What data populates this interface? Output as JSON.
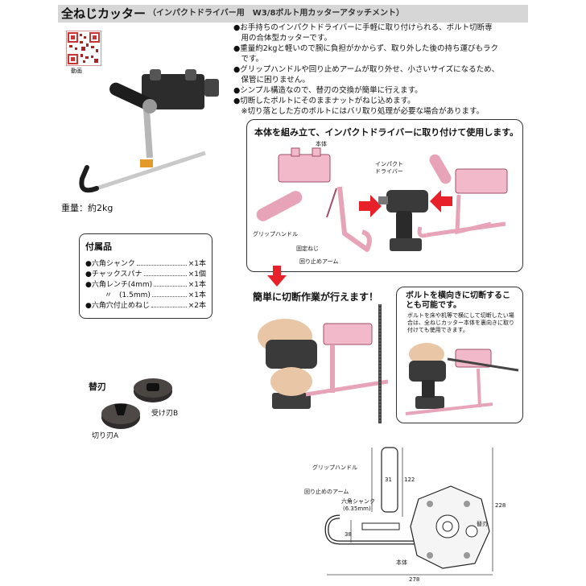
{
  "header": {
    "title": "全ねじカッター",
    "subtitle": "（インパクトドライバー用　W3/8ボルト用カッターアタッチメント）"
  },
  "qr": {
    "label": "動画"
  },
  "product": {
    "weight": "重量：約2kg"
  },
  "accessories": {
    "title": "付属品",
    "items": [
      {
        "name": "●六角シャンク",
        "qty": "×1本"
      },
      {
        "name": "●チャックスパナ",
        "qty": "×1個"
      },
      {
        "name": "●六角レンチ(4mm)",
        "qty": "×1本"
      },
      {
        "name": "〃　(1.5mm)",
        "qty": "×1本"
      },
      {
        "name": "●六角穴付止めねじ",
        "qty": "×2本"
      }
    ]
  },
  "blades": {
    "title": "替刃",
    "receive": "受け刃B",
    "cut": "切り刃A"
  },
  "bullets": [
    "●お手持ちのインパクトドライバーに手軽に取り付けられる、ボルト切断専",
    "　用の合体型カッターです。",
    "●重量約2kgと軽いので腕に負担がかからず、取り外した後の持ち運びもラク",
    "　です。",
    "●グリップハンドルや回り止めアームが取り外せ、小さいサイズになるため、",
    "　保管に困りません。",
    "●シンプル構造なので、替刃の交換が簡単に行えます。",
    "●切断したボルトにそのままナットがねじ込めます。",
    "　※切り落とした方のボルトにはバリ取り処理が必要な場合があります。"
  ],
  "assembly": {
    "title": "本体を組み立て、インパクトドライバーに取り付けて使用します。",
    "body": "本体",
    "driver": "インパクト\nドライバー",
    "grip": "グリップハンドル",
    "fix_screw": "固定ねじ",
    "arm": "回り止めアーム"
  },
  "caption": "簡単に切断作業が行えます！",
  "side_cut": {
    "title": "ボルトを横向きに切断することも可能です。",
    "note": "ボルトを床や机等で横にして切断したい場合は、全ねじカッター本体を裏向きに取り付けても使用できます。"
  },
  "diagram": {
    "grip": "グリップハンドル",
    "arm": "回り止めのアーム",
    "shank": "六角シャンク",
    "shank_size": "(6.35mm)",
    "blade": "替刃",
    "body": "本体",
    "dim_31": "31",
    "dim_122": "122",
    "dim_228": "228",
    "dim_38": "38",
    "dim_278": "278"
  },
  "colors": {
    "header_bg": "#d6d6d6",
    "accent_pink": "#e7a4b8",
    "arrow_red": "#e8202a",
    "skin": "#e9c6a5",
    "tool_dark": "#3a3a3a"
  }
}
